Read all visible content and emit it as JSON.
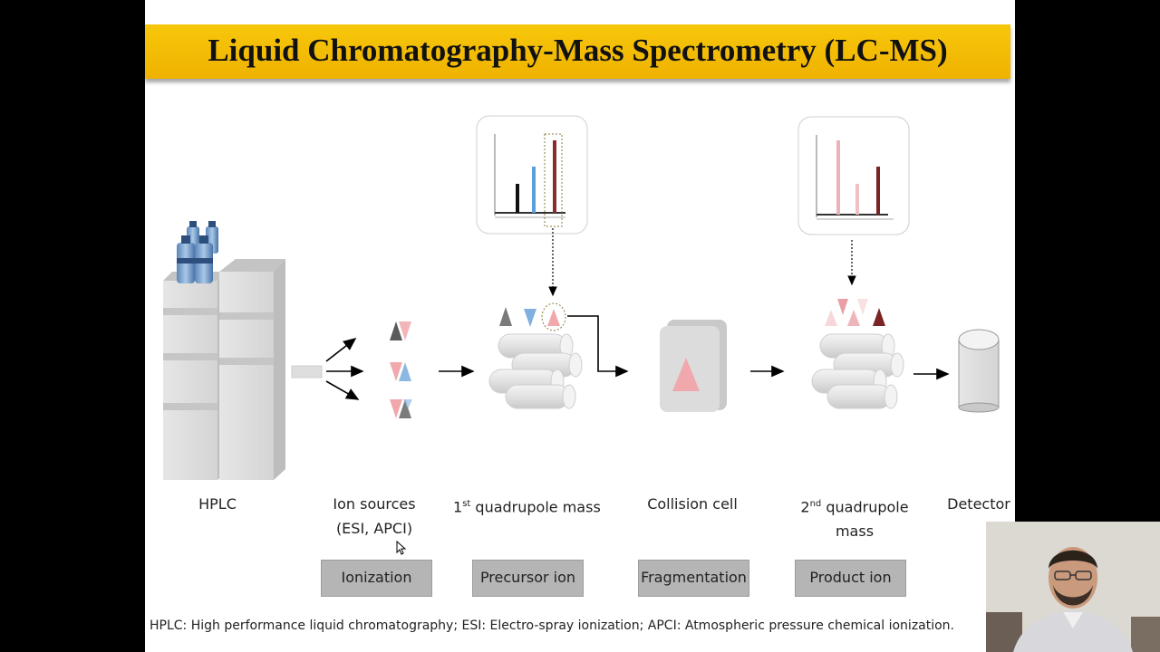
{
  "slide": {
    "title": "Liquid Chromatography-Mass Spectrometry (LC-MS)",
    "stages": [
      {
        "line1": "HPLC",
        "line2": ""
      },
      {
        "line1": "Ion sources",
        "line2": "(ESI, APCI)"
      },
      {
        "prefix": "1",
        "sup": "st",
        "line1": " quadrupole mass",
        "line2": ""
      },
      {
        "line1": "Collision cell",
        "line2": ""
      },
      {
        "prefix": "2",
        "sup": "nd",
        "line1": " quadrupole",
        "line2": "mass"
      },
      {
        "line1": "Detector",
        "line2": ""
      }
    ],
    "process_tags": [
      "Ionization",
      "Precursor ion",
      "Fragmentation",
      "Product ion"
    ],
    "footnote": "HPLC: High performance liquid chromatography; ESI: Electro-spray ionization; APCI: Atmospheric pressure chemical ionization."
  },
  "colors": {
    "title_bar": "#f5c20a",
    "ion_dark": "#5a5a5a",
    "ion_blue": "#7fb0e0",
    "ion_pink": "#f0a8ac",
    "ion_red": "#8b2a2a",
    "tag_bg": "#b5b5b5"
  },
  "webcam": {
    "description_icon": "presenter-video"
  }
}
